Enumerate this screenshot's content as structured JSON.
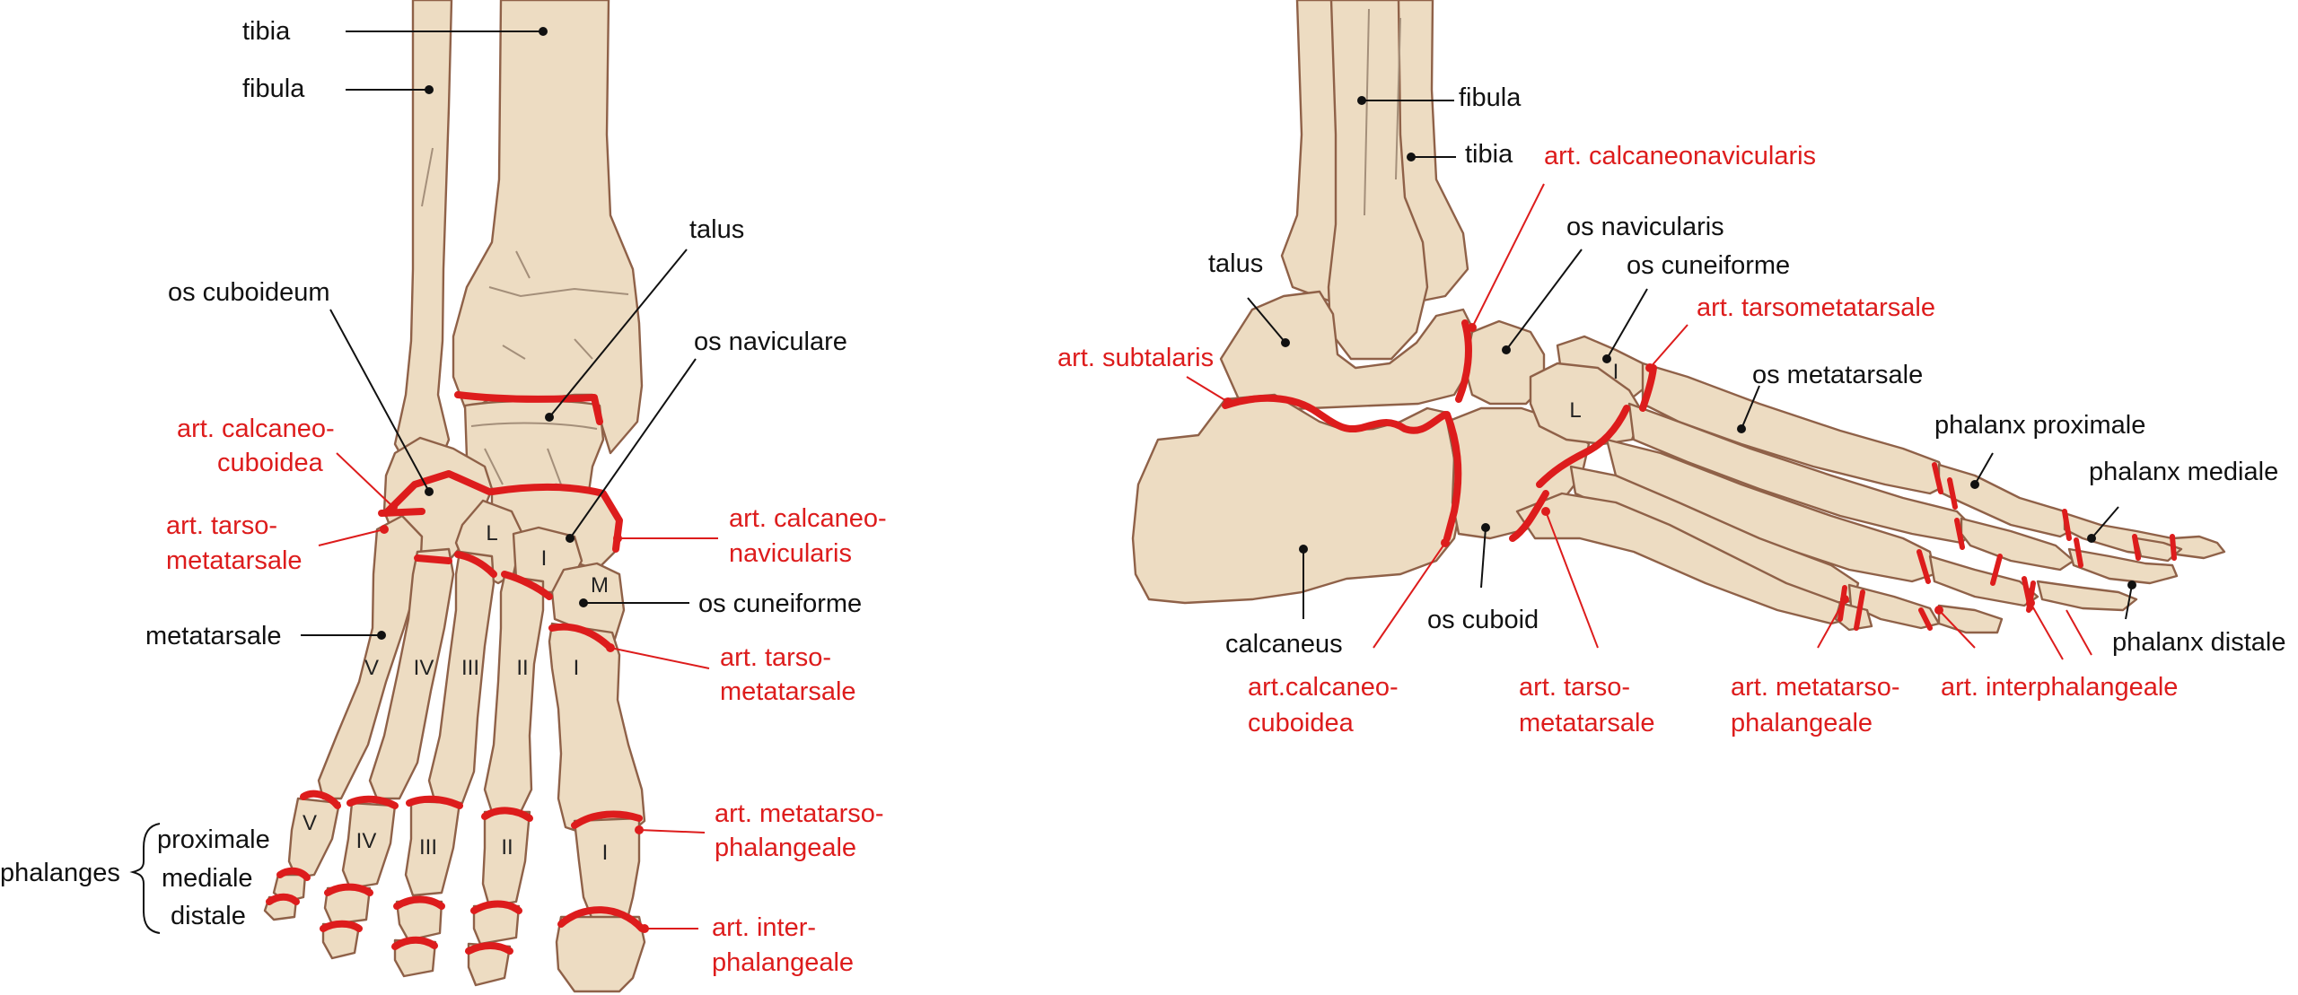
{
  "dorsal": {
    "tibia": "tibia",
    "fibula": "fibula",
    "talus": "talus",
    "os_cuboideum": "os cuboideum",
    "os_naviculare": "os naviculare",
    "os_cuneiforme": "os cuneiforme",
    "metatarsale": "metatarsale",
    "phalanges": "phalanges",
    "proximale": "proximale",
    "mediale": "mediale",
    "distale": "distale",
    "art_calcaneocuboidea": [
      "art. calcaneo-",
      "cuboidea"
    ],
    "art_tarsometatarsale_left": [
      "art. tarso-",
      "metatarsale"
    ],
    "art_calcaneonavicularis": [
      "art. calcaneo-",
      "navicularis"
    ],
    "art_tarsometatarsale_right": [
      "art. tarso-",
      "metatarsale"
    ],
    "art_metatarsophalangeale": [
      "art. metatarso-",
      "phalangeale"
    ],
    "art_interphalangeale": [
      "art. inter-",
      "phalangeale"
    ],
    "numerals": {
      "cuneiform_l": "L",
      "cuneiform_i": "I",
      "cuneiform_m": "M",
      "mt_v": "V",
      "mt_iv": "IV",
      "mt_iii": "III",
      "mt_ii": "II",
      "mt_i": "I",
      "ph_v": "V",
      "ph_iv": "IV",
      "ph_iii": "III",
      "ph_ii": "II",
      "ph_i": "I"
    }
  },
  "lateral": {
    "fibula": "fibula",
    "tibia": "tibia",
    "talus": "talus",
    "os_navicularis": "os navicularis",
    "os_cuneiforme": "os cuneiforme",
    "os_metatarsale": "os metatarsale",
    "phalanx_proximale": "phalanx proximale",
    "phalanx_mediale": "phalanx mediale",
    "phalanx_distale": "phalanx distale",
    "calcaneus": "calcaneus",
    "os_cuboid": "os cuboid",
    "art_calcaneonavicularis": "art. calcaneonavicularis",
    "art_tarsometatarsale_top": "art. tarsometatarsale",
    "art_subtalaris": "art. subtalaris",
    "art_calcaneocuboidea": [
      "art.calcaneo-",
      "cuboidea"
    ],
    "art_tarsometatarsale_bottom": [
      "art. tarso-",
      "metatarsale"
    ],
    "art_metatarsophalangeale": [
      "art. metatarso-",
      "phalangeale"
    ],
    "art_interphalangeale": "art. interphalangeale",
    "numerals": {
      "cuneiform_i": "I",
      "cuneiform_l": "L"
    }
  }
}
